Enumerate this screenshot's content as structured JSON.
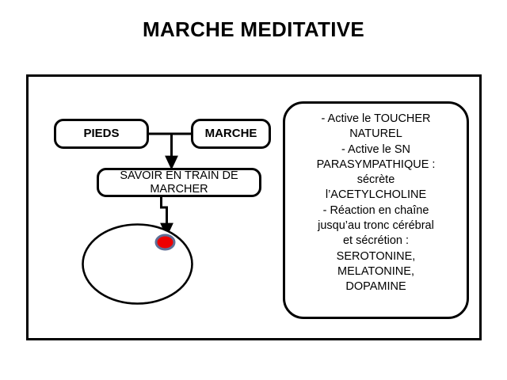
{
  "slide": {
    "title": "MARCHE MEDITATIVE",
    "background_color": "#ffffff",
    "text_color": "#000000",
    "border_color": "#000000"
  },
  "diagram": {
    "boxes": [
      {
        "id": "pieds",
        "label": "PIEDS"
      },
      {
        "id": "marche",
        "label": "MARCHE"
      },
      {
        "id": "savoir",
        "label": "SAVOIR EN TRAIN DE MARCHER"
      }
    ],
    "connectors": [
      {
        "id": "pieds-to-marche-junction",
        "type": "line"
      },
      {
        "id": "junction-to-savoir",
        "type": "arrow"
      },
      {
        "id": "savoir-to-body",
        "type": "arrow"
      }
    ],
    "body_shape": {
      "id": "body-ellipse",
      "shape": "ellipse",
      "fill": "#ffffff",
      "stroke": "#000000"
    },
    "marker": {
      "id": "red-point",
      "shape": "ellipse",
      "fill": "#ee0000",
      "stroke": "#5f6f96"
    }
  },
  "panel": {
    "lines": [
      "- Active le TOUCHER",
      "NATUREL",
      "- Active le SN",
      "PARASYMPATHIQUE :",
      "sécrète",
      "l’ACETYLCHOLINE",
      "- Réaction en chaîne",
      "jusqu’au tronc cérébral",
      "et sécrétion :",
      "SEROTONINE,",
      "MELATONINE,",
      "DOPAMINE"
    ],
    "text": "- Active le TOUCHER\nNATUREL\n- Active le SN\nPARASYMPATHIQUE :\nsécrète\nl’ACETYLCHOLINE\n- Réaction en chaîne\njusqu’au tronc cérébral\net sécrétion :\nSEROTONINE,\nMELATONINE,\nDOPAMINE"
  }
}
